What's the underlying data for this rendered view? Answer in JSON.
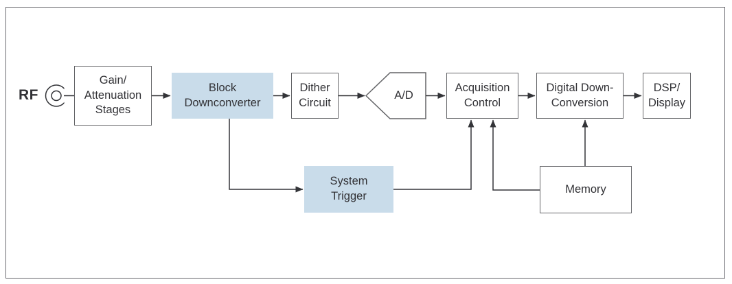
{
  "diagram": {
    "rf_label": "RF",
    "blocks": [
      {
        "id": "gain-attenuation-stages",
        "label": "Gain/\nAttenuation\nStages",
        "variant": "outlined"
      },
      {
        "id": "block-downconverter",
        "label": "Block\nDownconverter",
        "variant": "highlighted"
      },
      {
        "id": "dither-circuit",
        "label": "Dither\nCircuit",
        "variant": "outlined"
      },
      {
        "id": "ad-converter",
        "label": "A/D",
        "variant": "pentagon"
      },
      {
        "id": "acquisition-control",
        "label": "Acquisition\nControl",
        "variant": "outlined"
      },
      {
        "id": "digital-down-conversion",
        "label": "Digital Down-\nConversion",
        "variant": "outlined"
      },
      {
        "id": "dsp-display",
        "label": "DSP/\nDisplay",
        "variant": "outlined"
      },
      {
        "id": "system-trigger",
        "label": "System\nTrigger",
        "variant": "highlighted"
      },
      {
        "id": "memory",
        "label": "Memory",
        "variant": "outlined"
      }
    ],
    "connections": [
      "rf-input -> gain-attenuation-stages",
      "gain-attenuation-stages -> block-downconverter",
      "block-downconverter -> dither-circuit",
      "dither-circuit -> ad-converter",
      "ad-converter -> acquisition-control",
      "acquisition-control -> digital-down-conversion",
      "digital-down-conversion -> dsp-display",
      "block-downconverter -> system-trigger",
      "system-trigger -> acquisition-control",
      "memory -> acquisition-control",
      "memory -> digital-down-conversion"
    ],
    "colors": {
      "highlight_fill": "#c9dcea",
      "box_border": "#636467",
      "wire_color": "#333438",
      "text_color": "#323236",
      "frame_border": "#67676d"
    }
  }
}
